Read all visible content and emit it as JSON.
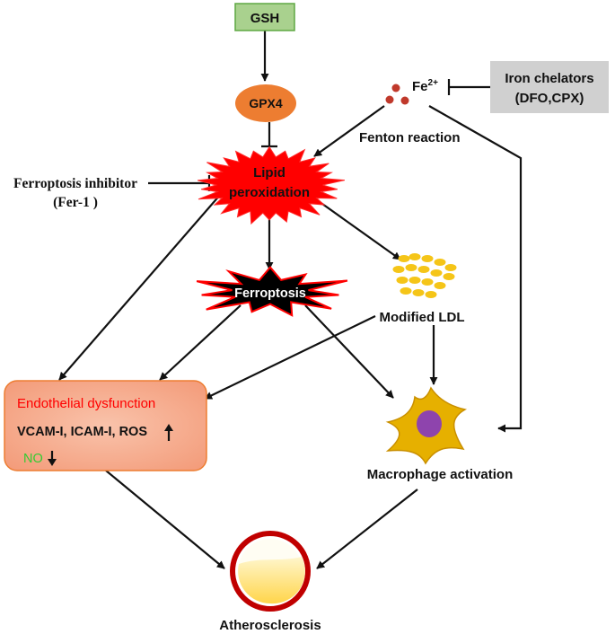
{
  "nodes": {
    "gsh": "GSH",
    "gpx4": "GPX4",
    "fe": "Fe",
    "fe_sup": "2+",
    "iron_chelators_line1": "Iron chelators",
    "iron_chelators_line2": "(DFO,CPX)",
    "fenton_reaction": "Fenton reaction",
    "inhibitor_line1": "Ferroptosis inhibitor",
    "inhibitor_line2": "(Fer-1 )",
    "lipid_line1": "Lipid",
    "lipid_line2": "peroxidation",
    "ferroptosis": "Ferroptosis",
    "modified_ldl": "Modified LDL",
    "endothelial_title": "Endothelial dysfunction",
    "endothelial_markers": "VCAM-I, ICAM-I, ROS",
    "endothelial_no": "NO",
    "macrophage": "Macrophage activation",
    "atherosclerosis": "Atherosclerosis"
  },
  "colors": {
    "gsh_fill": "#a9d18e",
    "gsh_border": "#5fa843",
    "gpx4_fill": "#ed7d31",
    "chelator_fill": "#d0d0d0",
    "iron_dot": "#c0392b",
    "lipid_fill": "#ff0000",
    "ferroptosis_fill": "#000000",
    "ferroptosis_stroke": "#ff0000",
    "ldl_dot": "#f5c518",
    "endothelial_fill": "#f6a98a",
    "endothelial_border": "#ed7d31",
    "endothelial_title": "#ff0000",
    "no_text": "#33cc33",
    "macrophage_fill": "#e6b000",
    "macrophage_nucleus": "#8e44ad",
    "artery_ring": "#c00000",
    "plaque_fill": "#ffd966",
    "arrow": "#111111"
  }
}
